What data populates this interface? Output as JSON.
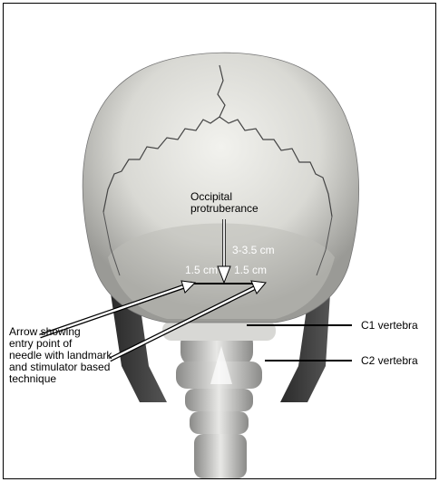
{
  "labels": {
    "occipital_line1": "Occipital",
    "occipital_line2": "protruberance",
    "distance_vertical": "3-3.5 cm",
    "distance_left": "1.5 cm",
    "distance_right": "1.5 cm",
    "arrow_note": "Arrow showing\nentry point of\nneedle with landmark\nand stimulator based\ntechnique",
    "c1": "C1 vertebra",
    "c2": "C2 vertebra"
  }
}
